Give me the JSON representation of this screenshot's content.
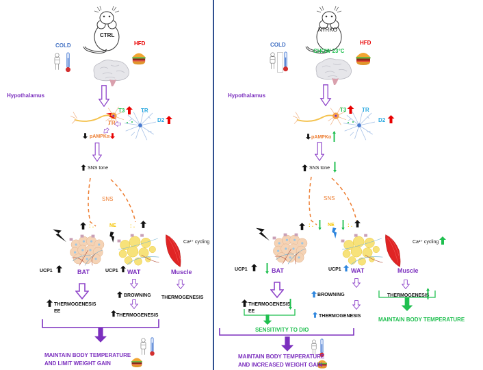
{
  "panels": [
    {
      "id": "ctrl",
      "mouse_label": "CTRL",
      "cold_label": "COLD",
      "hfd_label": "HFD",
      "condition_label": "",
      "hypothalamus_label": "Hypothalamus",
      "t3_label": "T3",
      "tr_label": "TR",
      "d2_label": "D2",
      "tr_neuron_label": "TR",
      "pampk_label": "pAMPKα",
      "sns_tone_label": "SNS tone",
      "sns_label": "SNS",
      "ne_label": "NE",
      "ca_cycling_label": "Ca²⁺ cycling",
      "ucp1_bat_label": "UCP1",
      "ucp1_wat_label": "UCP1",
      "bat_label": "BAT",
      "wat_label": "WAT",
      "muscle_label": "Muscle",
      "bat_thermo_label": "THERMOGENESIS",
      "bat_ee_label": "EE",
      "browning_label": "BROWNING",
      "wat_thermo_label": "THERMOGENESIS",
      "muscle_thermo_label": "THERMOGENESIS",
      "outcome_line1": "MAINTAIN BODY TEMPERATURE",
      "outcome_line2": "AND LIMIT  WEIGHT GAIN"
    },
    {
      "id": "ntrko",
      "mouse_label": "NTRKO",
      "cold_label": "COLD",
      "hfd_label": "HFD",
      "condition_label": "CHOW 23°C",
      "hypothalamus_label": "Hypothalamus",
      "t3_label": "T3",
      "tr_label": "TR",
      "d2_label": "D2",
      "pampk_label": "pAMPKα",
      "sns_tone_label": "SNS tone",
      "sns_label": "SNS",
      "ne_label": "NE",
      "ca_cycling_label": "Ca²⁺ cycling",
      "ucp1_bat_label": "UCP1",
      "ucp1_wat_label": "UCP1",
      "bat_label": "BAT",
      "wat_label": "WAT",
      "muscle_label": "Muscle",
      "bat_thermo_label": "THERMOGENESIS",
      "bat_ee_label": "EE",
      "browning_label": "BROWNING",
      "wat_thermo_label": "THERMOGENESIS",
      "muscle_thermo_label": "THERMOGENESIS",
      "dio_label": "SENSITIVITY TO DIO",
      "muscle_outcome_label": "MAINTAIN BODY TEMPERATURE",
      "outcome_line1": "MAINTAIN BODY TEMPERATURE",
      "outcome_line2": "AND INCREASED WEIGHT GAIN"
    }
  ],
  "colors": {
    "purple": "#7b2fbe",
    "cold_blue": "#4472c4",
    "hfd_red": "#e80000",
    "condition_green": "#1fbf4f",
    "sns_orange": "#ed7d31",
    "tr_cyan": "#29a8e0",
    "divider": "#2f4f8f"
  },
  "icons": {
    "mouse": "mouse-icon",
    "brain": "brain-icon",
    "burger": "burger-icon",
    "thermometer": "thermometer-icon",
    "person_cold": "person-cold-icon",
    "neuron": "neuron-icon",
    "astrocyte": "astrocyte-icon",
    "bat_tissue": "brown-adipose-tissue-icon",
    "wat_tissue": "white-adipose-tissue-icon",
    "muscle": "muscle-icon",
    "lightning": "lightning-icon",
    "arrow_up": "arrow-up-icon",
    "arrow_down": "arrow-down-icon"
  }
}
